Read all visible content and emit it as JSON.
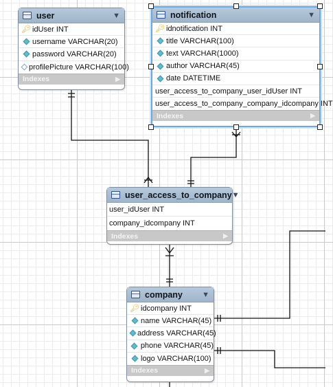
{
  "tables": {
    "user": {
      "name": "user",
      "columns": [
        {
          "key": "pk",
          "text": "idUser INT"
        },
        {
          "key": "col",
          "text": "username VARCHAR(20)"
        },
        {
          "key": "col",
          "text": "password VARCHAR(20)"
        },
        {
          "key": "null",
          "text": "profilePicture VARCHAR(100)"
        }
      ],
      "footer": "Indexes"
    },
    "notification": {
      "name": "notification",
      "columns": [
        {
          "key": "pk",
          "text": "idnotification INT"
        },
        {
          "key": "col",
          "text": "title VARCHAR(100)"
        },
        {
          "key": "col",
          "text": "text VARCHAR(1000)"
        },
        {
          "key": "col",
          "text": "author VARCHAR(45)"
        },
        {
          "key": "col",
          "text": "date DATETIME"
        },
        {
          "key": "none",
          "text": "user_access_to_company_user_idUser INT"
        },
        {
          "key": "none",
          "text": "user_access_to_company_company_idcompany INT"
        }
      ],
      "footer": "Indexes"
    },
    "user_access_to_company": {
      "name": "user_access_to_company",
      "columns": [
        {
          "key": "none",
          "text": "user_idUser INT"
        },
        {
          "key": "none",
          "text": "company_idcompany INT"
        }
      ],
      "footer": "Indexes"
    },
    "company": {
      "name": "company",
      "columns": [
        {
          "key": "pk",
          "text": "idcompany INT"
        },
        {
          "key": "col",
          "text": "name VARCHAR(45)"
        },
        {
          "key": "col",
          "text": "address VARCHAR(45)"
        },
        {
          "key": "col",
          "text": "phone VARCHAR(45)"
        },
        {
          "key": "col",
          "text": "logo VARCHAR(100)"
        }
      ],
      "footer": "Indexes"
    }
  }
}
